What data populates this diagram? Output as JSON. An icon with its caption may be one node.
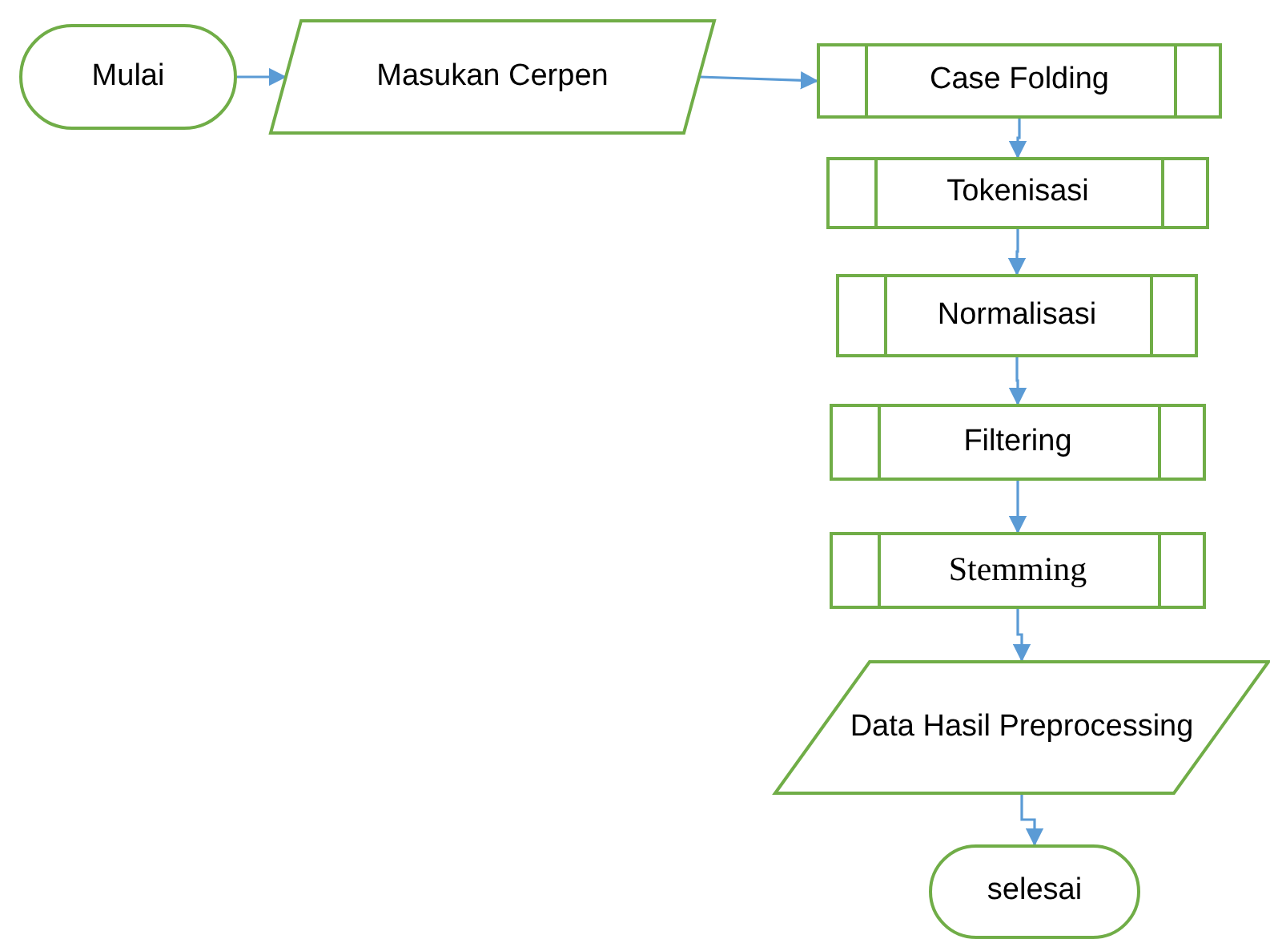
{
  "diagram": {
    "nodes": [
      {
        "text": [
          "Mulai"
        ]
      },
      {
        "text": [
          "Masukan Cerpen"
        ]
      },
      {
        "text": [
          "Case Folding"
        ]
      },
      {
        "text": [
          "Tokenisasi"
        ]
      },
      {
        "text": [
          "Normalisasi"
        ]
      },
      {
        "text": [
          "Filtering"
        ]
      },
      {
        "text": [
          "Stemming"
        ]
      },
      {
        "text": [
          "Data Hasil Preprocessing"
        ]
      },
      {
        "text": [
          "selesai"
        ]
      }
    ],
    "edges": [
      {
        "from": 0,
        "to": 1,
        "arrow": "to"
      },
      {
        "from": 1,
        "to": 2,
        "arrow": "to"
      },
      {
        "from": 2,
        "to": 3,
        "arrow": "to"
      },
      {
        "from": 3,
        "to": 4,
        "arrow": "to"
      },
      {
        "from": 4,
        "to": 5,
        "arrow": "to"
      },
      {
        "from": 5,
        "to": 6,
        "arrow": "to"
      },
      {
        "from": 6,
        "to": 7,
        "arrow": "to"
      },
      {
        "from": 7,
        "to": 8,
        "arrow": "to"
      }
    ]
  }
}
